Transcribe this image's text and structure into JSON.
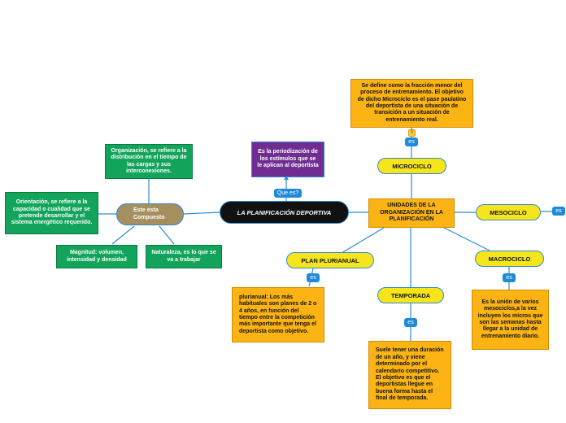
{
  "central": "LA PLANIFICACIÓN DEPORTIVA",
  "question_tag": "Que es?",
  "definition": "Es la periodización de los estímulos que se le aplican al deportista",
  "compound": "Este esta Compuesto",
  "compound_children": {
    "organizacion": "Organización, se refiere a la distribución en el tiempo de las cargas y sus interconexiones.",
    "orientacion": "Orientación, se refiere a la capacidad o cualidad que se pretende desarrollar y el sistema energético requerido.",
    "magnitud": "Magnitud: volumen, intensidad y densidad",
    "naturaleza": "Naturaleza, es lo que se va a trabajar"
  },
  "units": "UNIDADES DE LA ORGANIZACIÓN EN LA PLANIFICACIÓN",
  "microciclo": {
    "label": "MICROCICLO",
    "tag": "es",
    "badge": "0",
    "description": "Se define como la fracción menor del proceso de entrenamiento. El objetivo de dicho Microciclo es el pase paulatino del deportista de una situación de transición a un situación de entrenamiento real."
  },
  "mesociclo": {
    "label": "MESOCICLO",
    "tag": "es"
  },
  "macrociclo": {
    "label": "MACROCICLO",
    "tag": "es",
    "description": "Es la unión de varios mesociclos,a la vez incluyen los micros que son las semanas hasta llegar a la unidad de entrenamiento diario."
  },
  "temporada": {
    "label": "TEMPORADA",
    "tag": "es",
    "description": "Suele tener una duración de un año, y viene determinado por el calendario competitivo. El objetivo es que el deportistas llegue en buena forma hasta el final de temporada."
  },
  "plan_plurianual": {
    "label": "PLAN PLURIANUAL",
    "tag": "es",
    "description": "plurianual: Los más habituales son planes de 2 o 4 años, en función del tiempo entre la competición más importante que tenga el deportista como objetivo."
  },
  "colors": {
    "connector": "#2b8bd6",
    "green": "#12a45a",
    "orange": "#fcb414",
    "yellow": "#f7e51b",
    "purple": "#6f2c91",
    "brown": "#a58f5e",
    "central": "#111111"
  }
}
